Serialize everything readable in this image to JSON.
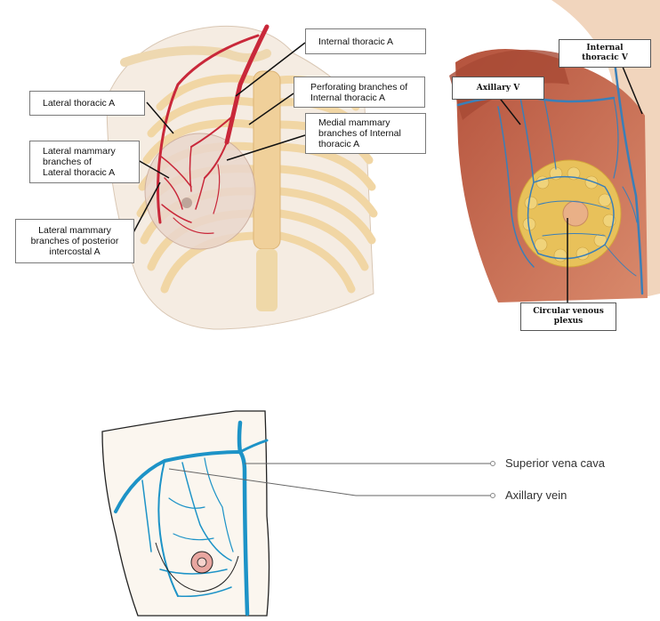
{
  "arterial_diagram": {
    "labels": {
      "lateral_thoracic": "Lateral thoracic A",
      "lateral_mammary_lateral_thoracic": "Lateral mammary\nbranches of\nLateral thoracic A",
      "lateral_mammary_posterior_intercostal": "Lateral mammary\nbranches of posterior\nintercostal A",
      "internal_thoracic": "Internal thoracic A",
      "perforating_branches": "Perforating branches of\nInternal thoracic A",
      "medial_mammary_branches": "Medial mammary\nbranches of Internal\nthoracic A"
    },
    "colors": {
      "artery": "#c9283a",
      "ribs": "#f4dcae",
      "skin": "#f5e6d8"
    }
  },
  "venous_diagram": {
    "labels": {
      "axillary_v": "Axillary V",
      "internal_thoracic_v": "Internal\nthoracic V",
      "circular_venous_plexus": "Circular venous\nplexus"
    },
    "colors": {
      "vein": "#3a7fb8",
      "muscle": "#c4654a",
      "fat": "#e8c15a"
    }
  },
  "schematic_diagram": {
    "labels": {
      "superior_vena_cava": "Superior vena cava",
      "axillary_vein": "Axillary vein"
    },
    "colors": {
      "vein": "#1d93c7",
      "outline": "#222222",
      "areola": "#e8a6a0"
    }
  }
}
